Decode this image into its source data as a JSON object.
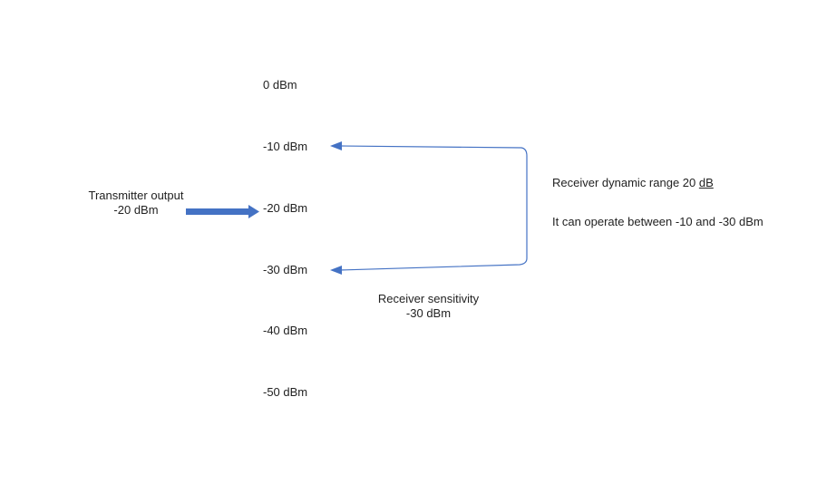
{
  "levels": [
    "0 dBm",
    "-10 dBm",
    "-20 dBm",
    "-30 dBm",
    "-40 dBm",
    "-50 dBm"
  ],
  "transmitter": {
    "line1": "Transmitter output",
    "line2": "-20 dBm"
  },
  "dynamic_range": {
    "prefix": "Receiver dynamic range 20 ",
    "unit": "dB",
    "operate": "It can operate between -10 and -30 dBm"
  },
  "sensitivity": {
    "line1": "Receiver sensitivity",
    "line2": "-30 dBm"
  },
  "colors": {
    "arrow": "#4472C4",
    "text": "#222222"
  }
}
